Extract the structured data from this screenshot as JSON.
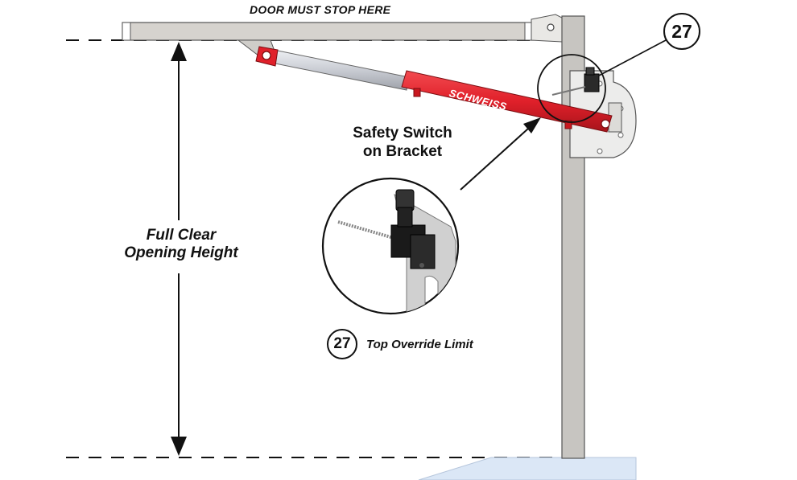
{
  "labels": {
    "door_stop": "DOOR MUST STOP HERE",
    "full_clear_line1": "Full Clear",
    "full_clear_line2": "Opening Height",
    "safety_switch_line1": "Safety Switch",
    "safety_switch_line2": "on Bracket",
    "top_override": "Top Override Limit",
    "brand": "SCHWEISS"
  },
  "callouts": {
    "main_number": "27",
    "inset_number": "27"
  },
  "colors": {
    "cylinder_red": "#e0202a",
    "rod_silver": "#c9ccd3",
    "beam_gray": "#d6d3ce",
    "post_gray": "#c7c5c1",
    "floor_blue": "#dbe7f6",
    "bracket_gray": "#c8c8c8",
    "switch_black": "#1a1a1a",
    "outline": "#333333"
  },
  "icons": [
    "up-arrow-icon",
    "down-arrow-icon",
    "pointer-arrow-icon"
  ]
}
